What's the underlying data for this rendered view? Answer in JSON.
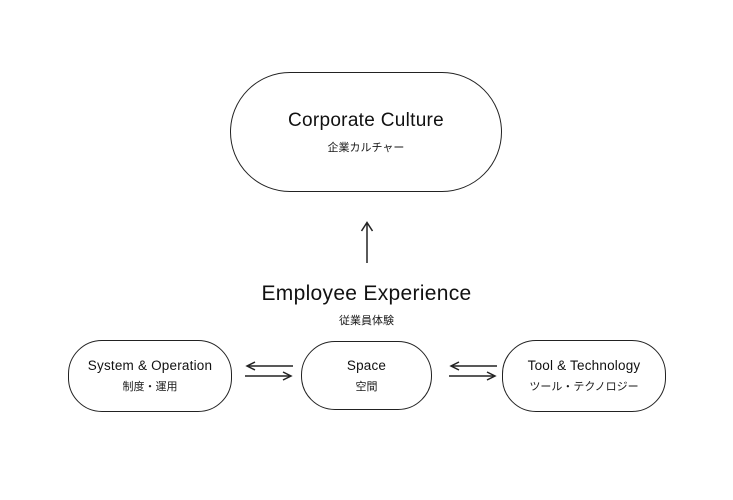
{
  "diagram": {
    "top_node": {
      "title": "Corporate Culture",
      "subtitle": "企業カルチャー"
    },
    "center_heading": {
      "title": "Employee Experience",
      "subtitle": "従業員体験"
    },
    "bottom_nodes": [
      {
        "title": "System & Operation",
        "subtitle": "制度・運用"
      },
      {
        "title": "Space",
        "subtitle": "空間"
      },
      {
        "title": "Tool & Technology",
        "subtitle": "ツール・テクノロジー"
      }
    ],
    "colors": {
      "background": "#ffffff",
      "line": "#222222",
      "text": "#111111"
    }
  }
}
